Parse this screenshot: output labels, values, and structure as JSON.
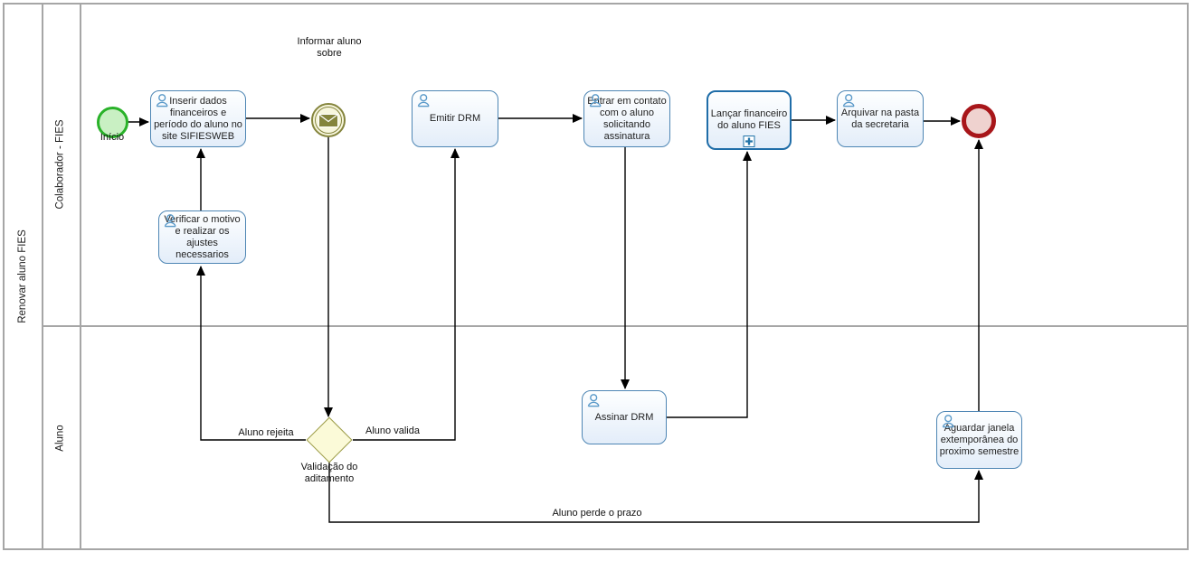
{
  "diagram": {
    "pool_label": "Renovar aluno FIES",
    "lanes": [
      {
        "label": "Colaborador - FIES"
      },
      {
        "label": "Aluno"
      }
    ]
  },
  "events": {
    "start": {
      "label": "Início"
    },
    "message_throw": {
      "label": "Informar aluno sobre"
    },
    "end": {
      "label": ""
    }
  },
  "tasks": {
    "inserir": {
      "label": "Inserir dados financeiros e período do aluno no site SIFIESWEB"
    },
    "verificar": {
      "label": "Verificar o motivo e realizar os ajustes necessarios"
    },
    "emitir": {
      "label": "Emitir DRM"
    },
    "entrar": {
      "label": "Entrar em contato com o aluno solicitando assinatura"
    },
    "lancar": {
      "label": "Lançar financeiro do aluno FIES"
    },
    "arquivar": {
      "label": "Arquivar na pasta da secretaria"
    },
    "assinar": {
      "label": "Assinar DRM"
    },
    "aguardar": {
      "label": "Aguardar janela extemporânea do proximo semestre"
    }
  },
  "gateway": {
    "label": "Validação do aditamento"
  },
  "flow_labels": {
    "rejeita": "Aluno rejeita",
    "valida": "Aluno valida",
    "perde_prazo": "Aluno perde o prazo"
  },
  "colors": {
    "task_border": "#4e86b4",
    "subprocess_border": "#1f6da8",
    "task_fill": "#e8f1fb",
    "start_border": "#29b229",
    "start_fill": "#c9f0c3",
    "end_border": "#a8161a",
    "end_fill": "#efd2cf",
    "message_olive": "#84843c",
    "gateway_border": "#9c9c48",
    "gateway_fill": "#fbfad8",
    "lane_line": "#a6a6a6",
    "flow_line": "#000000",
    "user_icon_blue": "#5b9ac9"
  }
}
